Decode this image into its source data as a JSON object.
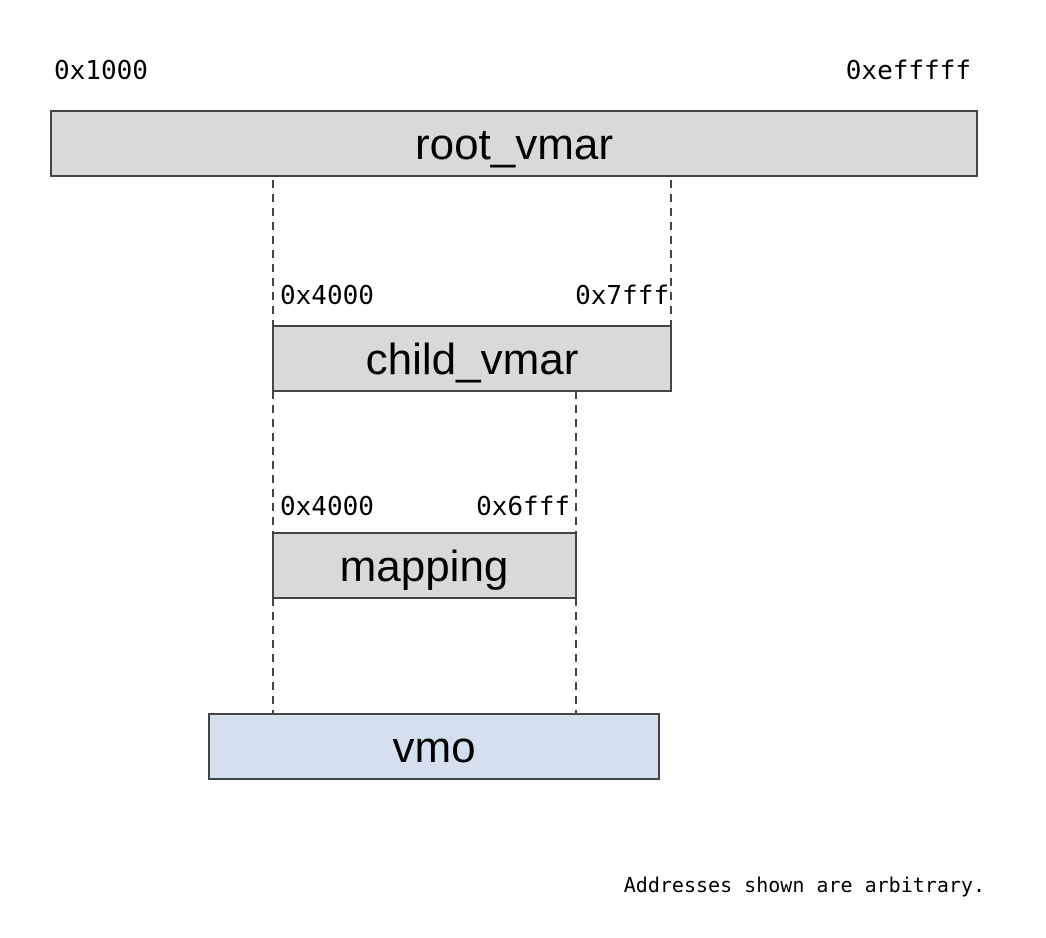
{
  "colors": {
    "region_fill": "#d9d9d9",
    "vmo_fill": "#d4e0f0",
    "border": "#444444"
  },
  "root_vmar": {
    "label": "root_vmar",
    "start": "0x1000",
    "end": "0xefffff"
  },
  "child_vmar": {
    "label": "child_vmar",
    "start": "0x4000",
    "end": "0x7fff"
  },
  "mapping": {
    "label": "mapping",
    "start": "0x4000",
    "end": "0x6fff"
  },
  "vmo": {
    "label": "vmo"
  },
  "footnote": "Addresses shown are arbitrary."
}
